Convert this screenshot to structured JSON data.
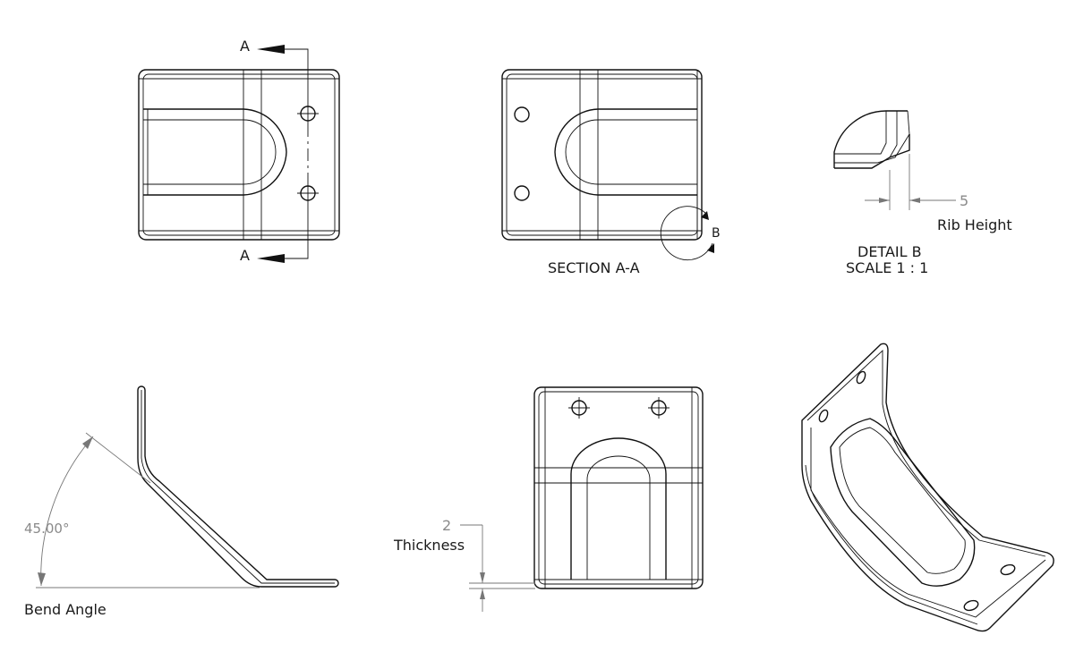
{
  "section_labels": {
    "cut_top": "A",
    "cut_bottom": "A"
  },
  "section_view": {
    "title": "SECTION A-A",
    "detail_marker": "B"
  },
  "detail_view": {
    "title": "DETAIL B",
    "scale": "SCALE 1 : 1",
    "dim_value": "5",
    "dim_name": "Rib Height"
  },
  "side_view": {
    "angle_value": "45.00°",
    "angle_name": "Bend Angle"
  },
  "front_view": {
    "dim_value": "2",
    "dim_name": "Thickness"
  },
  "colors": {
    "line": "#111111",
    "dimension": "#8a8a8a",
    "background": "#ffffff"
  }
}
